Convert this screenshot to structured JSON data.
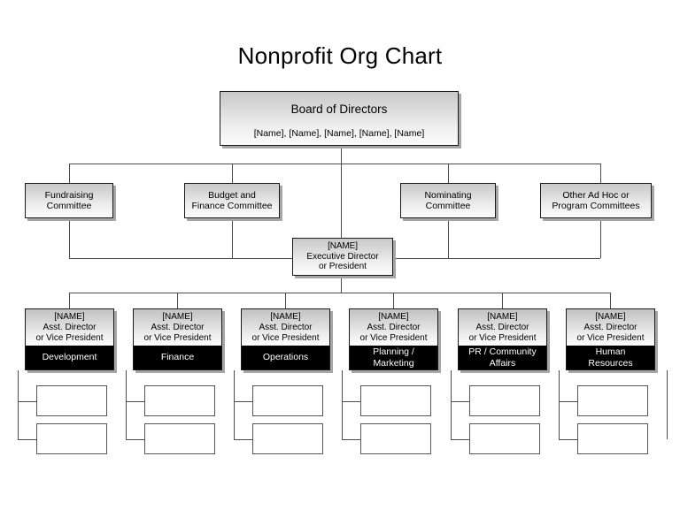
{
  "title": "Nonprofit Org Chart",
  "board": {
    "title": "Board of Directors",
    "names": "[Name], [Name], [Name], [Name], [Name]"
  },
  "committees": [
    {
      "line1": "Fundraising",
      "line2": "Committee"
    },
    {
      "line1": "Budget and",
      "line2": "Finance Committee"
    },
    {
      "line1": "Nominating",
      "line2": "Committee"
    },
    {
      "line1": "Other Ad Hoc or",
      "line2": "Program Committees"
    }
  ],
  "executive": {
    "name": "[NAME]",
    "line1": "Executive Director",
    "line2": "or President"
  },
  "departments": [
    {
      "name": "[NAME]",
      "role_line1": "Asst. Director",
      "role_line2": "or Vice President",
      "label_line1": "Development",
      "label_line2": ""
    },
    {
      "name": "[NAME]",
      "role_line1": "Asst. Director",
      "role_line2": "or Vice President",
      "label_line1": "Finance",
      "label_line2": ""
    },
    {
      "name": "[NAME]",
      "role_line1": "Asst. Director",
      "role_line2": "or Vice President",
      "label_line1": "Operations",
      "label_line2": ""
    },
    {
      "name": "[NAME]",
      "role_line1": "Asst. Director",
      "role_line2": "or Vice President",
      "label_line1": "Planning /",
      "label_line2": "Marketing"
    },
    {
      "name": "[NAME]",
      "role_line1": "Asst. Director",
      "role_line2": "or Vice President",
      "label_line1": "PR / Community",
      "label_line2": "Affairs"
    },
    {
      "name": "[NAME]",
      "role_line1": "Asst. Director",
      "role_line2": "or Vice President",
      "label_line1": "Human",
      "label_line2": "Resources"
    }
  ],
  "blank_rows": 2,
  "colors": {
    "background": "#ffffff",
    "box_border": "#1a1a1a",
    "box_fill_top": "#c9c9c9",
    "box_fill_bottom": "#fbfbfb",
    "shadow": "#a6a6a6",
    "label_bar": "#000000",
    "label_text": "#ffffff",
    "connector": "#4d4d4d",
    "text": "#000000"
  }
}
